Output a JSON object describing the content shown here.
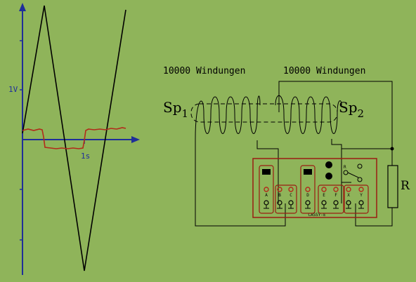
{
  "graph": {
    "y_label": "1V",
    "x_label": "1s",
    "chart_data": {
      "type": "line",
      "xlabel": "1s",
      "ylabel": "1V",
      "series": [
        {
          "name": "",
          "color": "#000000"
        },
        {
          "name": "",
          "color": "#b22a1a"
        }
      ]
    }
  },
  "circuit": {
    "coil1_turns": "10000 Windungen",
    "coil2_turns": "10000 Windungen",
    "coil1_name": "Sp",
    "coil1_sub": "1",
    "coil2_name": "Sp",
    "coil2_sub": "2",
    "resistor_label": "R",
    "device_name": "CASSY-E",
    "relay_label": "R",
    "terminals": [
      "A",
      "B",
      "C",
      "D",
      "E",
      "F",
      "X",
      "Y"
    ]
  },
  "colors": {
    "background": "#8fb45a",
    "axis": "#1f2f99",
    "signal_black": "#000000",
    "signal_red": "#b22a1a",
    "device_outline": "#9a1c12"
  }
}
